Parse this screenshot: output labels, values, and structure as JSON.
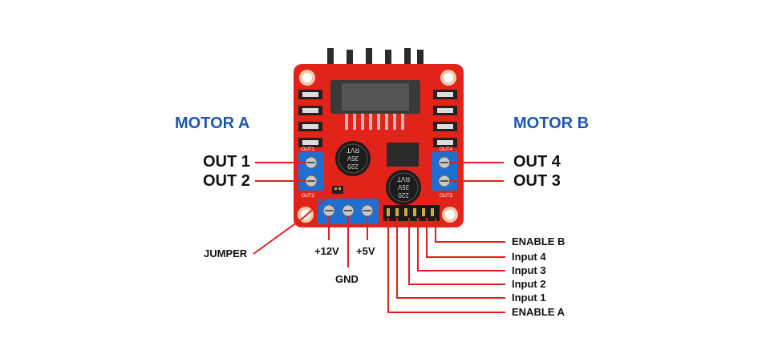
{
  "motor_a": {
    "title": "MOTOR A",
    "out1": "OUT 1",
    "out2": "OUT 2"
  },
  "motor_b": {
    "title": "MOTOR B",
    "out4": "OUT 4",
    "out3": "OUT 3"
  },
  "power": {
    "v12": "+12V",
    "gnd": "GND",
    "v5": "+5V",
    "jumper": "JUMPER"
  },
  "header_pins": [
    "ENABLE B",
    "Input 4",
    "Input 3",
    "Input 2",
    "Input 1",
    "ENABLE A"
  ],
  "board": {
    "out1_mark": "OUT1",
    "out2_mark": "OUT2",
    "out3_mark": "OUT3",
    "out4_mark": "OUT4",
    "cap_text": [
      "220",
      "35V",
      "RVT"
    ]
  },
  "colors": {
    "board": "#e2231a",
    "motor_label": "#1e56b5",
    "leader_line": "#e0201b",
    "terminal": "#1f6fd1",
    "heatsink": "#2b2b2b",
    "capacitor": "#1c1c1c"
  }
}
